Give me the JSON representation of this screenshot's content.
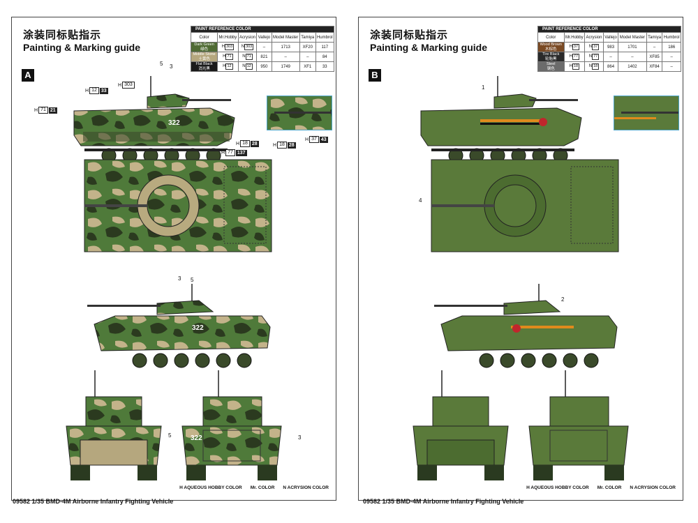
{
  "sheet_a": {
    "letter": "A",
    "title_zh": "涂装同标贴指示",
    "title_en": "Painting & Marking guide",
    "ref_table": {
      "header": "PAINT REFERENCE COLOR",
      "columns": [
        "Color",
        "Mr.Hobby",
        "Acrysion",
        "Vallejo",
        "Model Master",
        "Tamiya",
        "Humbrol"
      ],
      "rows": [
        {
          "color_en": "Dark Green",
          "color_zh": "绿色",
          "swatch": "#4f6b34",
          "mrhobby": "H",
          "mrhobby_code": "303",
          "acrysion": "N",
          "acrysion_code": "303",
          "vallejo": "–",
          "model_master": "1713",
          "tamiya": "XF20",
          "humbrol": "117"
        },
        {
          "color_en": "Middle Stone",
          "color_zh": "土黄色",
          "swatch": "#b5a77e",
          "mrhobby": "H",
          "mrhobby_code": "71",
          "acrysion": "N",
          "acrysion_code": "71",
          "vallejo": "821",
          "model_master": "–",
          "tamiya": "–",
          "humbrol": "84"
        },
        {
          "color_en": "Flat Black",
          "color_zh": "消光黑",
          "swatch": "#1a1a1a",
          "mrhobby": "H",
          "mrhobby_code": "12",
          "acrysion": "N",
          "acrysion_code": "12",
          "vallejo": "950",
          "model_master": "1749",
          "tamiya": "XF1",
          "humbrol": "33"
        }
      ]
    },
    "hull_number": "322",
    "callouts": {
      "c1": "H",
      "c1_num": "303",
      "c2": "H",
      "c2_num": "33",
      "c2_b": "12",
      "c3": "H",
      "c3_b": "71",
      "c3_num": "21",
      "c4": "H",
      "c4_b": "18",
      "c4_num": "28",
      "c5": "H",
      "c5_b": "77",
      "c5_num": "137",
      "c6": "H",
      "c6_b": "18",
      "c6_num": "28",
      "c7": "H",
      "c7_b": "37",
      "c7_num": "43"
    },
    "numbers": [
      "5",
      "3",
      "3",
      "5",
      "5",
      "3"
    ],
    "legend": [
      "H AQUEOUS HOBBY COLOR",
      "Mr. COLOR",
      "N ACRYSION COLOR"
    ]
  },
  "sheet_b": {
    "letter": "B",
    "title_zh": "涂装同标贴指示",
    "title_en": "Painting & Marking guide",
    "ref_table": {
      "header": "PAINT REFERENCE COLOR",
      "columns": [
        "Color",
        "Mr.Hobby",
        "Acrysion",
        "Vallejo",
        "Model Master",
        "Tamiya",
        "Humbrol"
      ],
      "rows": [
        {
          "color_en": "Wood Brown",
          "color_zh": "木棕色",
          "swatch": "#7a4a24",
          "mrhobby": "H",
          "mrhobby_code": "37",
          "acrysion": "N",
          "acrysion_code": "37",
          "vallejo": "983",
          "model_master": "1701",
          "tamiya": "–",
          "humbrol": "186"
        },
        {
          "color_en": "Tire Black",
          "color_zh": "轮胎黑",
          "swatch": "#2a2a2a",
          "mrhobby": "H",
          "mrhobby_code": "77",
          "acrysion": "N",
          "acrysion_code": "77",
          "vallejo": "–",
          "model_master": "–",
          "tamiya": "XF85",
          "humbrol": "–"
        },
        {
          "color_en": "Steel",
          "color_zh": "钢色",
          "swatch": "#6b6b6b",
          "mrhobby": "H",
          "mrhobby_code": "18",
          "acrysion": "N",
          "acrysion_code": "18",
          "vallejo": "864",
          "model_master": "1402",
          "tamiya": "XF84",
          "humbrol": "–"
        }
      ]
    },
    "numbers": [
      "1",
      "4",
      "2"
    ],
    "legend": [
      "H AQUEOUS HOBBY COLOR",
      "Mr. COLOR",
      "N ACRYSION COLOR"
    ]
  },
  "footer_a": "09582 1/35 BMD-4M Airborne Infantry Fighting Vehicle",
  "footer_b": "09582 1/35 BMD-4M Airborne Infantry Fighting Vehicle"
}
